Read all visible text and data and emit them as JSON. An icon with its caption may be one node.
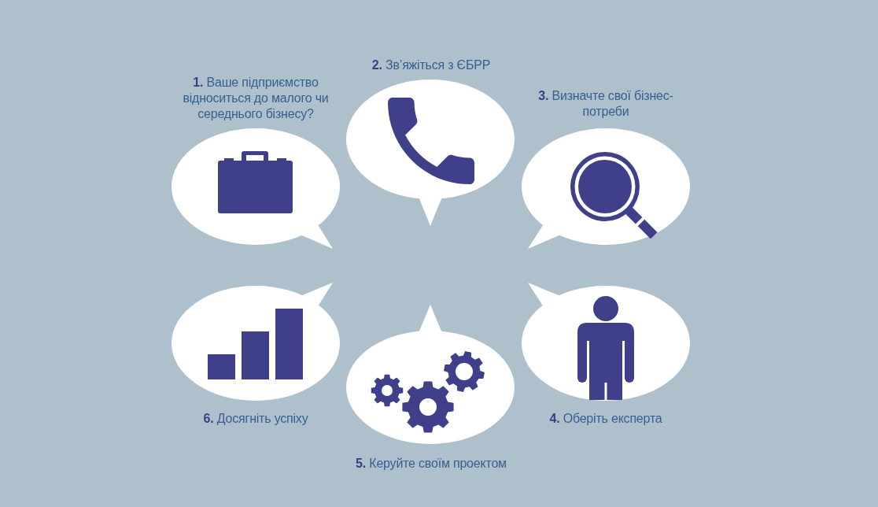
{
  "diagram": {
    "nodes": [
      {
        "text": [
          "**1.** Ваше підприємство відноситься до малого чи середнього бізнесу?"
        ]
      },
      {
        "text": [
          "**2.** Зв’яжіться з ЄБРР"
        ]
      },
      {
        "text": [
          "**3.** Визначте свої бізнес-потреби"
        ]
      },
      {
        "text": [
          "**4.** Оберіть експерта"
        ]
      },
      {
        "text": [
          "**5.** Керуйте своїм проектом"
        ]
      },
      {
        "text": [
          "**6.** Досягніть успіху"
        ]
      }
    ]
  }
}
